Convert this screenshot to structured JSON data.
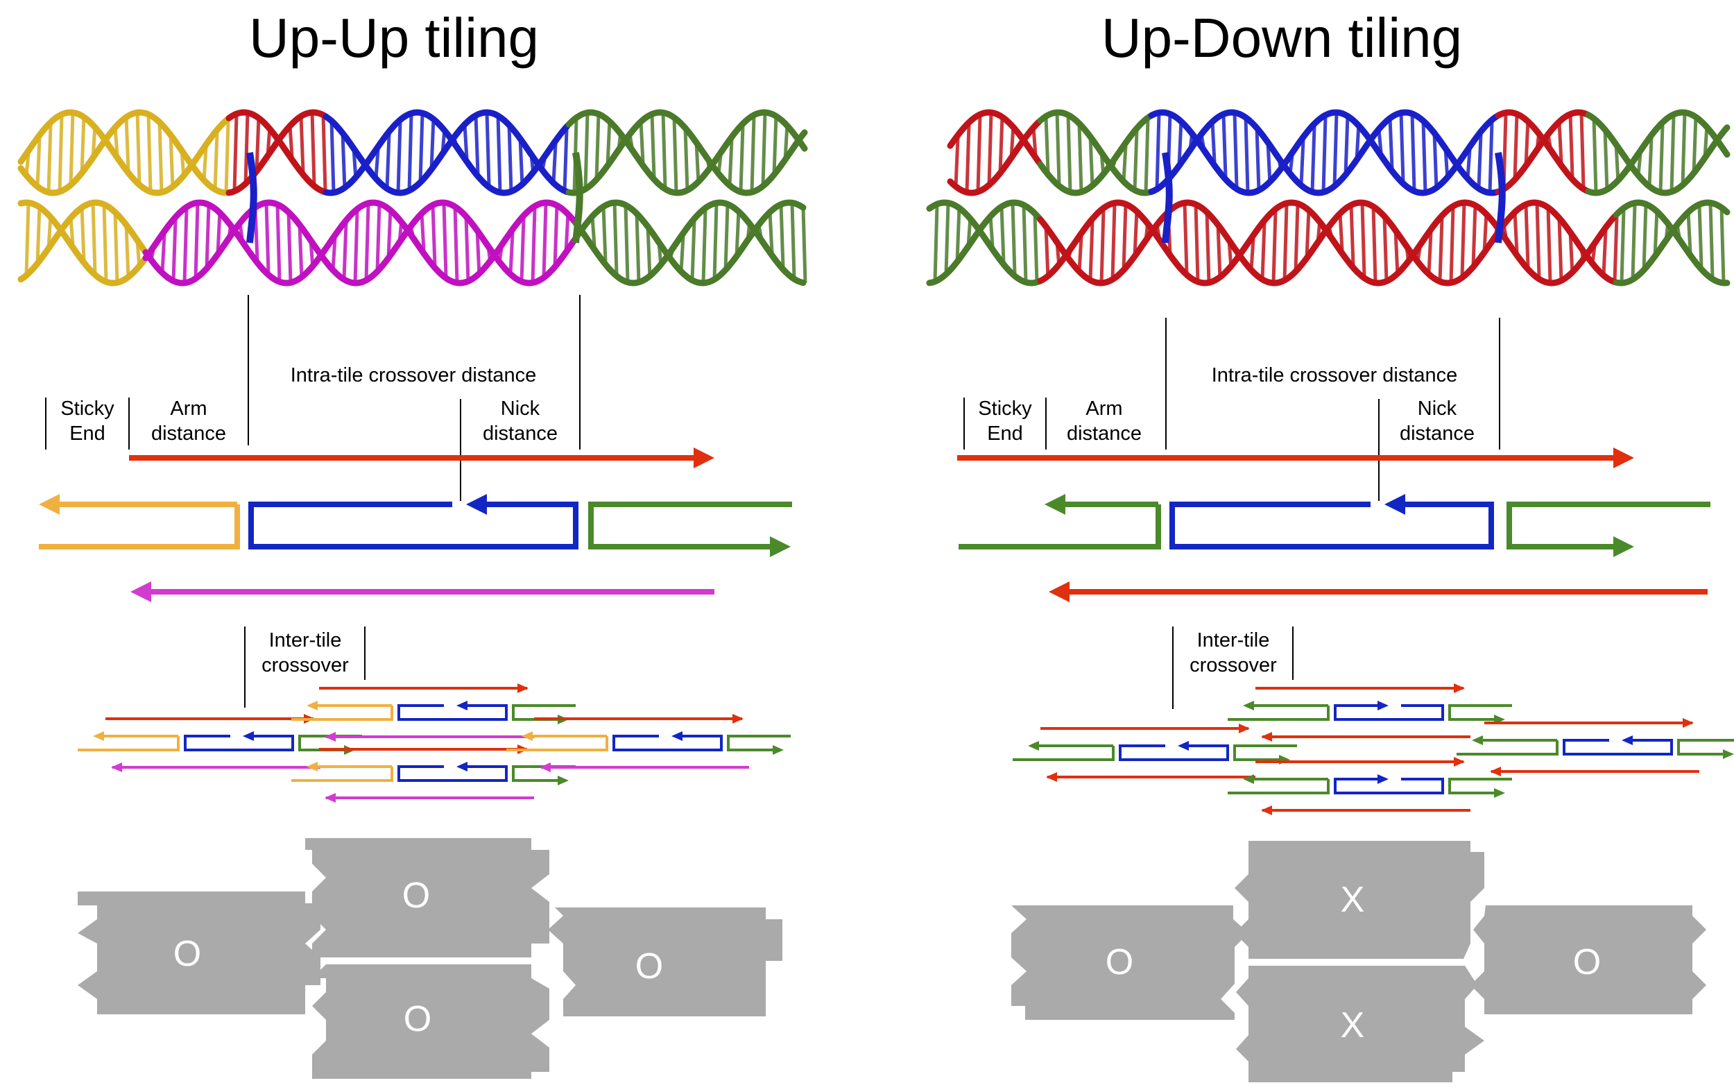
{
  "panels": [
    {
      "title": "Up-Up tiling",
      "labels": {
        "sticky_end_1": "Sticky",
        "sticky_end_2": "End",
        "arm_1": "Arm",
        "arm_2": "distance",
        "intra": "Intra-tile crossover distance",
        "nick_1": "Nick",
        "nick_2": "distance",
        "inter_1": "Inter-tile",
        "inter_2": "crossover"
      },
      "tile_marks": [
        "O",
        "O",
        "O",
        "O"
      ]
    },
    {
      "title": "Up-Down tiling",
      "labels": {
        "sticky_end_1": "Sticky",
        "sticky_end_2": "End",
        "arm_1": "Arm",
        "arm_2": "distance",
        "intra": "Intra-tile crossover distance",
        "nick_1": "Nick",
        "nick_2": "distance",
        "inter_1": "Inter-tile",
        "inter_2": "crossover"
      },
      "tile_marks": [
        "X",
        "O",
        "X",
        "O"
      ]
    }
  ],
  "colors": {
    "red": "#e0300e",
    "blue": "#1226c4",
    "green": "#4a8a2a",
    "yellow": "#f0b040",
    "magenta": "#d23bd0",
    "tile_gray": "#aaaaaa",
    "mol_red": "#c0141a",
    "mol_blue": "#1a20c8",
    "mol_green": "#4a7a2a",
    "mol_yellow": "#d8b020",
    "mol_magenta": "#c010c0"
  }
}
